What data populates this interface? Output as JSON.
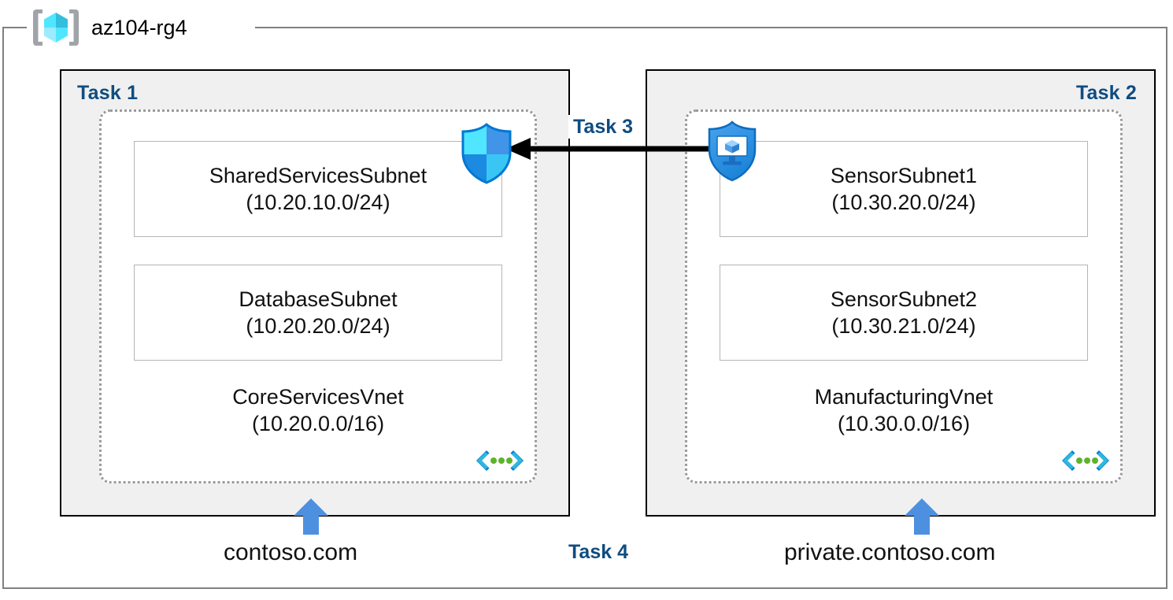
{
  "resource_group": {
    "name": "az104-rg4",
    "icon": "azure-resource-group-cube-icon"
  },
  "tasks": {
    "task1_label": "Task 1",
    "task2_label": "Task 2",
    "task3_label": "Task 3",
    "task4_label": "Task 4"
  },
  "panels": [
    {
      "task_label": "Task 1",
      "vnet": {
        "name": "CoreServicesVnet",
        "cidr": "(10.20.0.0/16)"
      },
      "subnets": [
        {
          "name": "SharedServicesSubnet",
          "cidr": "(10.20.10.0/24)"
        },
        {
          "name": "DatabaseSubnet",
          "cidr": "(10.20.20.0/24)"
        }
      ],
      "dns_label": "contoso.com"
    },
    {
      "task_label": "Task 2",
      "vnet": {
        "name": "ManufacturingVnet",
        "cidr": "(10.30.0.0/16)"
      },
      "subnets": [
        {
          "name": "SensorSubnet1",
          "cidr": "(10.30.20.0/24)"
        },
        {
          "name": "SensorSubnet2",
          "cidr": "(10.30.21.0/24)"
        }
      ],
      "dns_label": "private.contoso.com"
    }
  ],
  "icons": {
    "firewall_shield": "shield-icon",
    "peering_shield": "shield-virtual-machine-icon",
    "vnet_connector": "code-brackets-dots-icon",
    "dns_arrow": "up-arrow-icon",
    "peering_arrow": "left-arrow-icon"
  },
  "colors": {
    "task_label": "#0f4c81",
    "panel_fill": "#f0f0f0",
    "panel_border": "#000000",
    "vnet_border": "#9a9a9a",
    "subnet_border": "#b5b5b5",
    "outer_border": "#808080",
    "arrow_blue": "#4d90e0",
    "shield_cyan": "#50e6ff",
    "shield_blue": "#0078d4",
    "dots_green": "#5eb32b",
    "cube_cyan": "#50e6ff"
  }
}
